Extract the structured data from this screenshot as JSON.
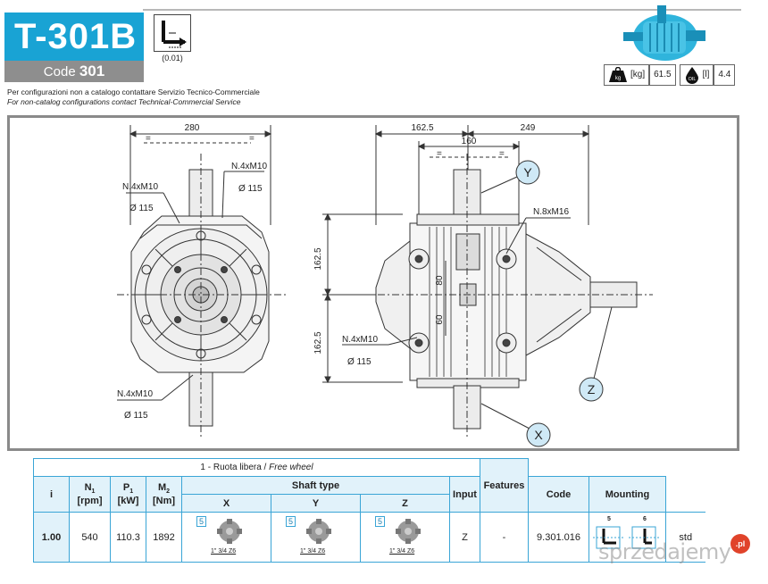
{
  "header": {
    "model": "T-301B",
    "code_label": "Code",
    "code_value": "301",
    "ratio_caption": "(0.01)"
  },
  "specs": {
    "weight_unit": "[kg]",
    "weight_value": "61.5",
    "oil_unit": "[l]",
    "oil_value": "4.4",
    "weight_icon": "weight-icon",
    "oil_icon": "oil-drop-icon"
  },
  "notes": {
    "italian": "Per configurazioni non a catalogo contattare Servizio Tecnico-Commerciale",
    "english": "For non-catalog configurations contact Technical-Commercial  Service"
  },
  "drawing": {
    "dim_width_left": "280",
    "dim_top_1": "162.5",
    "dim_top_2": "249",
    "dim_top_3": "160",
    "dim_height_1": "162.5",
    "dim_height_2": "162.5",
    "dim_inner_1": "80",
    "dim_inner_2": "60",
    "bolt_a": "N.4xM10",
    "bolt_a_dia": "Ø 115",
    "bolt_b": "N.4xM10",
    "bolt_b_dia": "Ø 115",
    "bolt_c": "N.4xM10",
    "bolt_c_dia": "Ø 115",
    "bolt_d": "N.4xM10",
    "bolt_d_dia": "Ø 115",
    "bolt_e": "N.8xM16",
    "label_x": "X",
    "label_y": "Y",
    "label_z": "Z",
    "equal_mark": "="
  },
  "table": {
    "group_header": "1 - Ruota libera / ",
    "group_header_italic": "Free wheel",
    "col_i": "i",
    "col_n1": "N",
    "col_n1_sub": "1",
    "col_n1_unit": "[rpm]",
    "col_p1": "P",
    "col_p1_sub": "1",
    "col_p1_unit": "[kW]",
    "col_m2": "M",
    "col_m2_sub": "2",
    "col_m2_unit": "[Nm]",
    "col_shaft": "Shaft type",
    "col_x": "X",
    "col_y": "Y",
    "col_z": "Z",
    "col_input": "Input",
    "col_features": "Features",
    "col_code": "Code",
    "col_mounting": "Mounting",
    "row": {
      "i": "1.00",
      "n1": "540",
      "p1": "110.3",
      "m2": "1892",
      "shaft_badge": "5",
      "shaft_spec": "1\" 3/4 Z6",
      "input": "Z",
      "features": "-",
      "code": "9.301.016",
      "mount_5": "5",
      "mount_6": "6",
      "std": "std"
    }
  },
  "watermark": {
    "text": "sprzedajemy",
    "badge": ".pl"
  },
  "colors": {
    "brand_blue": "#19a3d4",
    "code_gray": "#8e8e8e",
    "table_line": "#3aa5d6",
    "callout_fill": "#cfe9f6"
  }
}
